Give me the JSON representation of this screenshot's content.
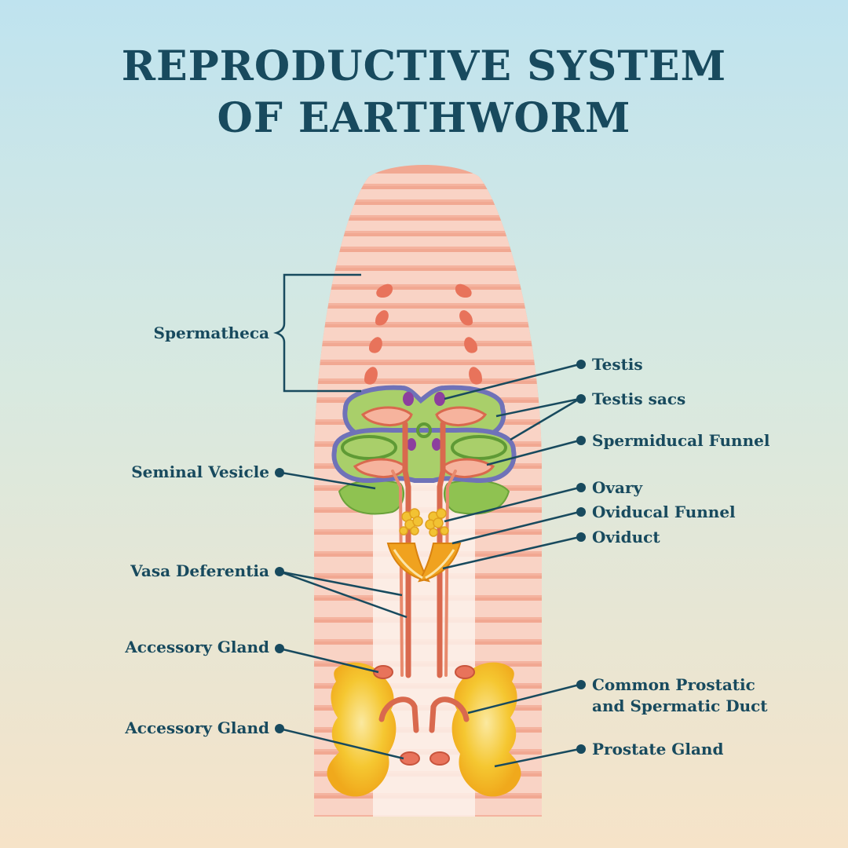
{
  "title": {
    "line1": "REPRODUCTIVE SYSTEM",
    "line2": "OF EARTHWORM"
  },
  "labels": {
    "spermatheca": "Spermatheca",
    "seminal_vesicle": "Seminal Vesicle",
    "vasa_deferentia": "Vasa Deferentia",
    "accessory_gland_upper": "Accessory Gland",
    "accessory_gland_lower": "Accessory Gland",
    "testis": "Testis",
    "testis_sacs": "Testis sacs",
    "spermiducal_funnel": "Spermiducal Funnel",
    "ovary": "Ovary",
    "oviducal_funnel": "Oviducal Funnel",
    "oviduct": "Oviduct",
    "common_duct_line1": "Common Prostatic",
    "common_duct_line2": "and Spermatic Duct",
    "prostate_gland": "Prostate Gland"
  },
  "colors": {
    "title": "#184a5e",
    "body_segment": "#f4b39f",
    "body_highlight": "#fbe1d6",
    "spermatheca": "#e8735b",
    "testis_sac_outline": "#6f72b8",
    "testis_sac_fill": "#a9cf6a",
    "testis": "#8c3f9e",
    "duct": "#d9694e",
    "ovary": "#f2c233",
    "oviducal_funnel": "#f0a21f",
    "prostate": "#f5c731",
    "leader_line": "#184a5e"
  }
}
